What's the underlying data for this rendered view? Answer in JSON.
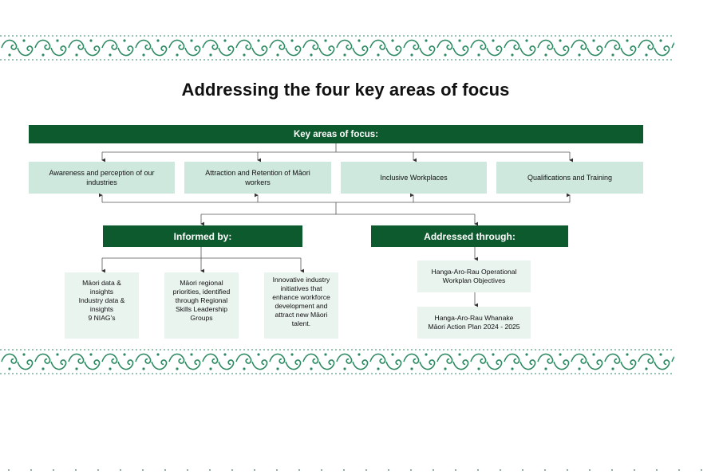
{
  "title": "Addressing the four key areas of focus",
  "key_areas": {
    "header": "Key areas of focus:",
    "items": [
      "Awareness and perception of our industries",
      "Attraction and Retention of Māori workers",
      "Inclusive Workplaces",
      "Qualifications and Training"
    ]
  },
  "informed_by": {
    "header": "Informed by:",
    "items": [
      "Māori data &\ninsights\nIndustry data &\ninsights\n9 NIAG's",
      "Māori regional\npriorities, identified\nthrough Regional\nSkills Leadership\nGroups",
      "Innovative industry\ninitiatives that\nenhance workforce\ndevelopment and\nattract new Māori\ntalent."
    ]
  },
  "addressed_through": {
    "header": "Addressed through:",
    "items": [
      "Hanga-Aro-Rau Operational\nWorkplan Objectives",
      "Hanga-Aro-Rau Whanake\nMāori Action Plan 2024 - 2025"
    ]
  },
  "colors": {
    "dark_green": "#0c5a2e",
    "light_green": "#cfe8de",
    "pale_green": "#eaf4ef",
    "border_green": "#2f8a63"
  },
  "decor": {
    "border_pattern": "koru-border-pattern"
  }
}
